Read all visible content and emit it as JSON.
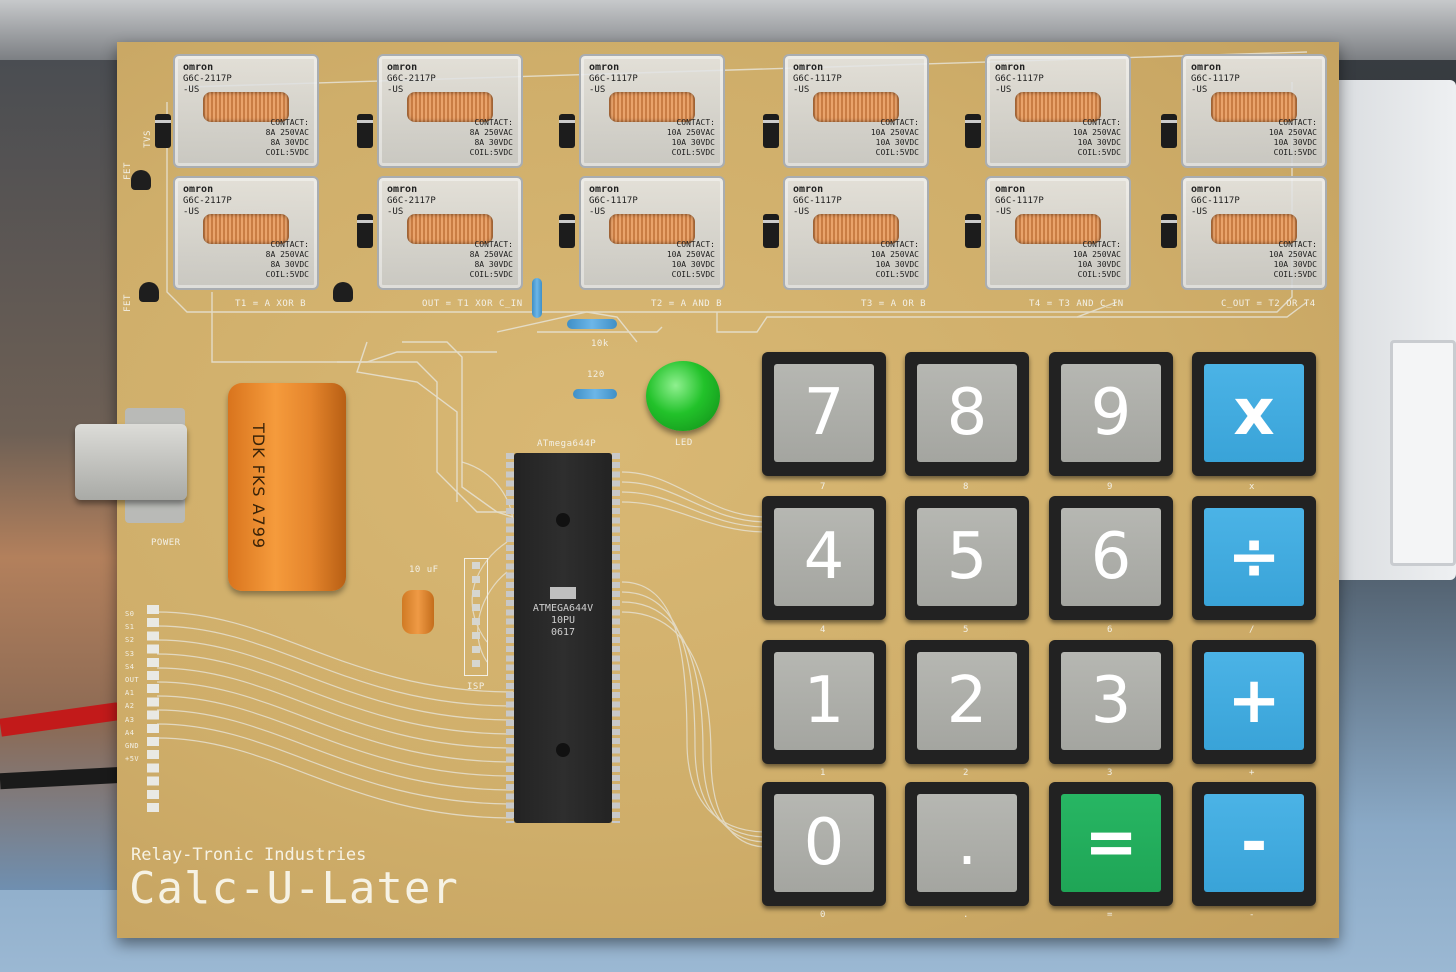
{
  "board": {
    "brand": "Relay-Tronic Industries",
    "product": "Calc-U-Later",
    "power_label": "POWER",
    "isp_label": "ISP",
    "led_label": "LED",
    "cap_small_label": "10 uF",
    "res_10k_label": "10k",
    "res_120_label": "120",
    "chip_label": "ATmega644P",
    "chip_text": [
      "ATMEGA644V",
      "10PU",
      "0617"
    ],
    "cap_big_text": "TDK  FKS  A799",
    "tvs_label": "TVS",
    "fet_label": "FET"
  },
  "logic_labels": [
    "T1 = A XOR B",
    "OUT = T1 XOR C_IN",
    "T2 = A AND B",
    "T3 = A OR B",
    "T4 = T3 AND C_IN",
    "C_OUT = T2 OR T4"
  ],
  "relays_top": [
    {
      "brand": "omron",
      "model": "G6C-2117P\n-US",
      "contact": "CONTACT:\n8A 250VAC\n8A 30VDC\nCOIL:5VDC"
    },
    {
      "brand": "omron",
      "model": "G6C-2117P\n-US",
      "contact": "CONTACT:\n8A 250VAC\n8A 30VDC\nCOIL:5VDC"
    },
    {
      "brand": "omron",
      "model": "G6C-1117P\n-US",
      "contact": "CONTACT:\n10A 250VAC\n10A 30VDC\nCOIL:5VDC"
    },
    {
      "brand": "omron",
      "model": "G6C-1117P\n-US",
      "contact": "CONTACT:\n10A 250VAC\n10A 30VDC\nCOIL:5VDC"
    },
    {
      "brand": "omron",
      "model": "G6C-1117P\n-US",
      "contact": "CONTACT:\n10A 250VAC\n10A 30VDC\nCOIL:5VDC"
    },
    {
      "brand": "omron",
      "model": "G6C-1117P\n-US",
      "contact": "CONTACT:\n10A 250VAC\n10A 30VDC\nCOIL:5VDC"
    }
  ],
  "relays_bottom": [
    {
      "brand": "omron",
      "model": "G6C-2117P\n-US",
      "contact": "CONTACT:\n8A 250VAC\n8A 30VDC\nCOIL:5VDC"
    },
    {
      "brand": "omron",
      "model": "G6C-2117P\n-US",
      "contact": "CONTACT:\n8A 250VAC\n8A 30VDC\nCOIL:5VDC"
    },
    {
      "brand": "omron",
      "model": "G6C-1117P\n-US",
      "contact": "CONTACT:\n10A 250VAC\n10A 30VDC\nCOIL:5VDC"
    },
    {
      "brand": "omron",
      "model": "G6C-1117P\n-US",
      "contact": "CONTACT:\n10A 250VAC\n10A 30VDC\nCOIL:5VDC"
    },
    {
      "brand": "omron",
      "model": "G6C-1117P\n-US",
      "contact": "CONTACT:\n10A 250VAC\n10A 30VDC\nCOIL:5VDC"
    },
    {
      "brand": "omron",
      "model": "G6C-1117P\n-US",
      "contact": "CONTACT:\n10A 250VAC\n10A 30VDC\nCOIL:5VDC"
    }
  ],
  "keys": [
    {
      "label": "7",
      "silk": "7",
      "color": "gray"
    },
    {
      "label": "8",
      "silk": "8",
      "color": "gray"
    },
    {
      "label": "9",
      "silk": "9",
      "color": "gray"
    },
    {
      "label": "x",
      "silk": "x",
      "color": "blue"
    },
    {
      "label": "4",
      "silk": "4",
      "color": "gray"
    },
    {
      "label": "5",
      "silk": "5",
      "color": "gray"
    },
    {
      "label": "6",
      "silk": "6",
      "color": "gray"
    },
    {
      "label": "÷",
      "silk": "/",
      "color": "blue"
    },
    {
      "label": "1",
      "silk": "1",
      "color": "gray"
    },
    {
      "label": "2",
      "silk": "2",
      "color": "gray"
    },
    {
      "label": "3",
      "silk": "3",
      "color": "gray"
    },
    {
      "label": "+",
      "silk": "+",
      "color": "blue"
    },
    {
      "label": "0",
      "silk": "0",
      "color": "gray"
    },
    {
      "label": ".",
      "silk": ".",
      "color": "gray"
    },
    {
      "label": "=",
      "silk": "=",
      "color": "green"
    },
    {
      "label": "-",
      "silk": "-",
      "color": "blue"
    }
  ],
  "header_labels": [
    "S0",
    "S1",
    "S2",
    "S3",
    "S4",
    "OUT",
    "A1",
    "A2",
    "A3",
    "A4",
    "GND +5V"
  ],
  "colors": {
    "pcb": "#cfae6a",
    "silk": "#f3f0e6",
    "key_gray": "#aeafa9",
    "key_blue": "#42acdf",
    "key_green": "#23ad5c",
    "led": "#22c22a",
    "cap_orange": "#ef9035"
  }
}
